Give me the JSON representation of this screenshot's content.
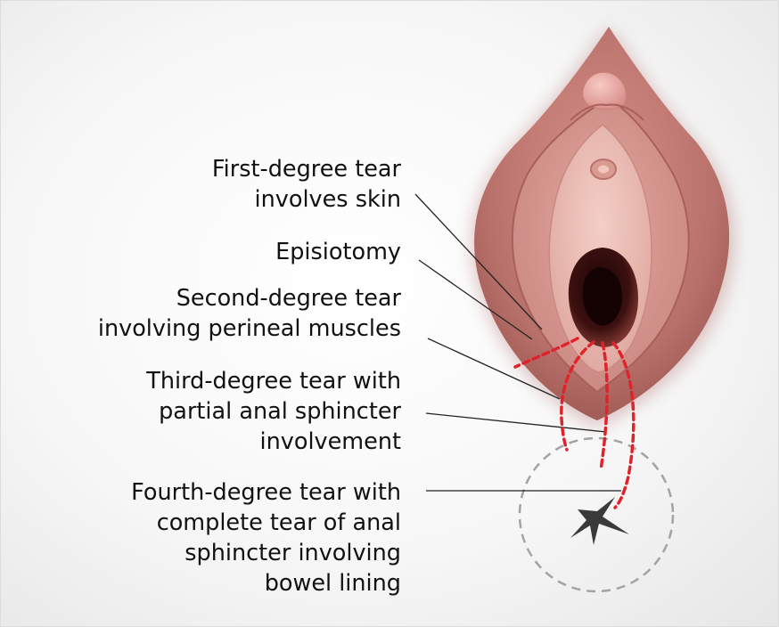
{
  "labels": {
    "first": "First-degree tear\ninvolves skin",
    "episiotomy": "Episiotomy",
    "second": "Second-degree tear\ninvolving perineal muscles",
    "third": "Third-degree tear with\npartial anal sphincter\ninvolvement",
    "fourth": "Fourth-degree tear with\ncomplete tear of anal\nsphincter involving\nbowel lining"
  },
  "colors": {
    "tear_line": "#e0232b",
    "leader_line": "#222222",
    "tissue_outer": "#c27d76",
    "tissue_inner": "#e7b6ad",
    "opening": "#3a0f0f",
    "sphincter_circle": "#999999"
  },
  "icons": {
    "clitoris": "hood-shape",
    "anus": "star-shape"
  }
}
